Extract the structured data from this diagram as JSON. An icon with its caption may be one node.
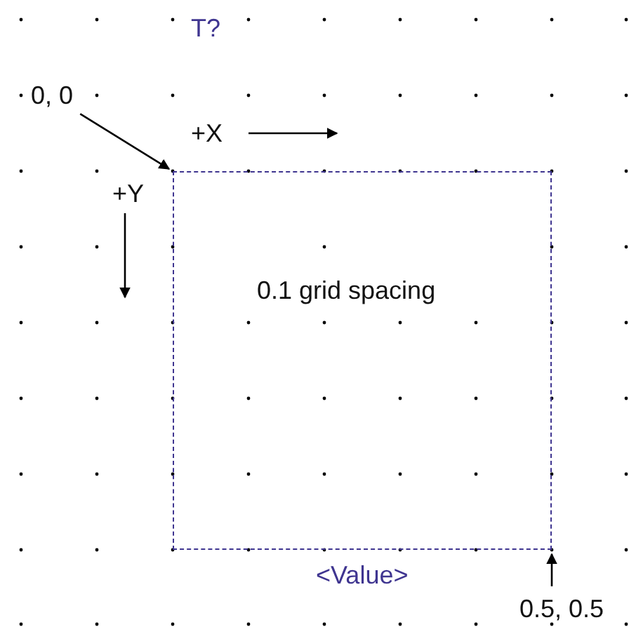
{
  "diagram": {
    "nodes": [
      {
        "text": [
          "0, 0"
        ]
      },
      {
        "text": [],
        "shape": "box",
        "beside": [
          "<Value>"
        ]
      },
      {
        "text": [
          "0.5, 0.5"
        ]
      }
    ],
    "edges": [
      {
        "from": 0,
        "to": 1,
        "arrow": "to"
      },
      {
        "from": 2,
        "to": 1,
        "arrow": "to"
      }
    ],
    "labels": [
      "T?",
      "+X",
      "+Y",
      "0.1 grid spacing"
    ]
  }
}
